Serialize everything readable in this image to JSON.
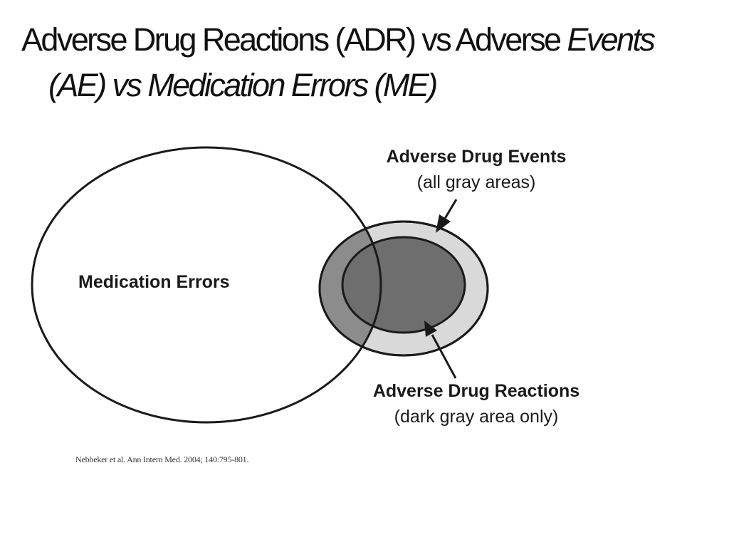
{
  "slide": {
    "title_part1": "Adverse Drug Reactions (ADR) vs Adverse ",
    "title_part2_italic": "Events",
    "title_part3_italic": "(AE) vs Medication Errors (ME)"
  },
  "diagram": {
    "medication_errors_label": "Medication Errors",
    "ade_label": "Adverse Drug Events",
    "ade_sublabel": "(all gray areas)",
    "adr_label": "Adverse Drug Reactions",
    "adr_sublabel": "(dark gray area only)",
    "colors": {
      "outer_gray": "#d9d9d9",
      "mid_gray": "#8c8c8c",
      "dark_gray": "#6e6e6e",
      "stroke": "#1a1a1a"
    }
  },
  "citation": "Nebbeker et al. Ann Intern Med. 2004; 140:795-801."
}
